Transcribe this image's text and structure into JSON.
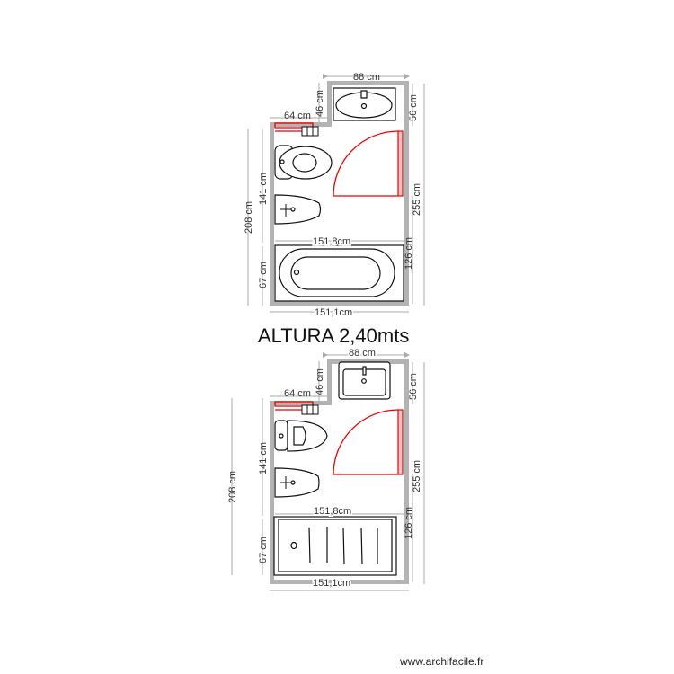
{
  "title": "ALTURA 2,40mts",
  "watermark": "www.archifacile.fr",
  "colors": {
    "wall": "#b3b3b3",
    "door": "#e00000",
    "dimension": "#aaaaaa",
    "fixture": "#111111"
  },
  "plans": [
    {
      "id": "plan-bathtub",
      "dims": {
        "top_width": "88 cm",
        "step_height": "46 cm",
        "left_top_width": "64 cm",
        "right_upper": "56 cm",
        "right_total": "255 cm",
        "left_total": "208 cm",
        "left_upper": "141 cm",
        "left_lower": "67 cm",
        "right_lower": "126 cm",
        "inner_width": "151,8cm",
        "bottom_width": "151,1cm"
      },
      "fixtures": [
        "washbasin-oval",
        "toilet",
        "bidet",
        "bathtub",
        "door",
        "radiator"
      ]
    },
    {
      "id": "plan-shower",
      "dims": {
        "top_width": "88 cm",
        "step_height": "46 cm",
        "left_top_width": "64 cm",
        "right_upper": "56 cm",
        "right_total": "255 cm",
        "left_total": "208 cm",
        "left_upper": "141 cm",
        "left_lower": "67 cm",
        "right_lower": "126 cm",
        "inner_width": "151,8cm",
        "bottom_width": "151,1cm"
      },
      "fixtures": [
        "washbasin-rect",
        "toilet",
        "bidet",
        "shower-tray",
        "door",
        "radiator"
      ]
    }
  ]
}
